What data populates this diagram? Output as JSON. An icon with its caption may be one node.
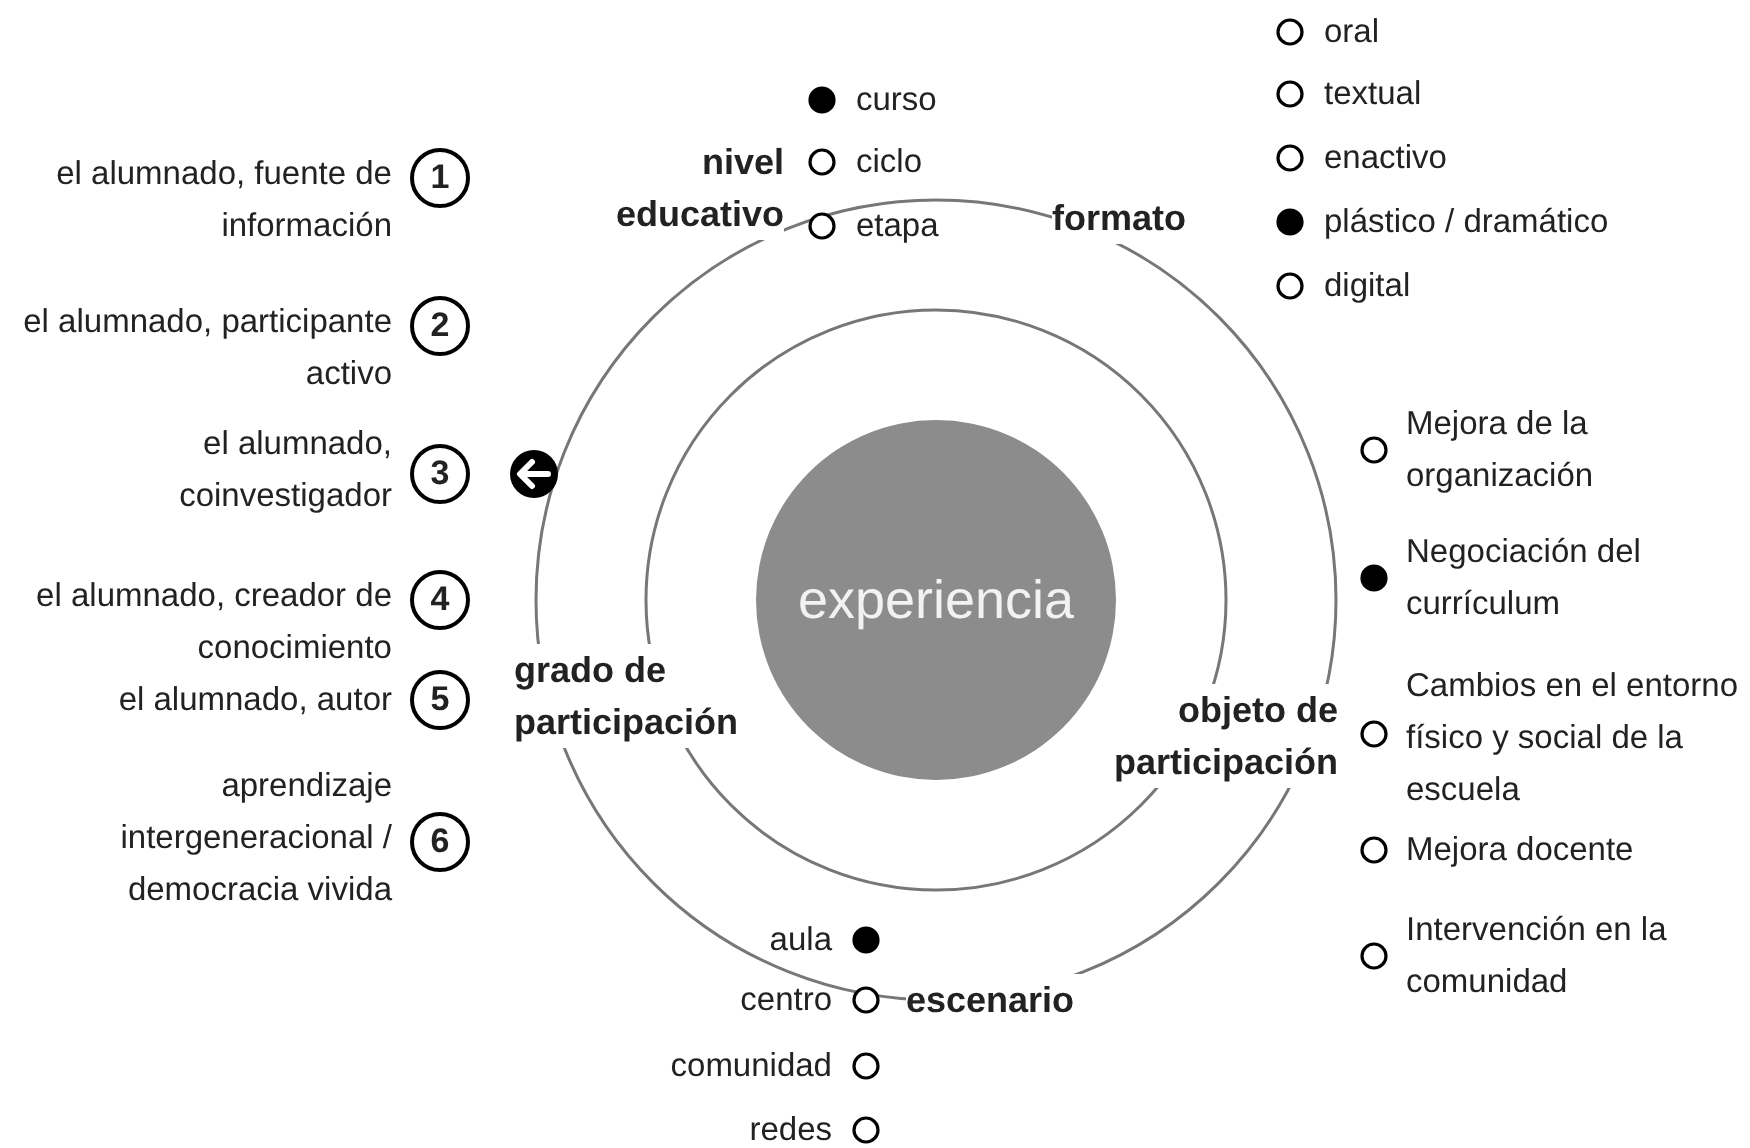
{
  "diagram": {
    "nodes": [
      {
        "text": [
          "experiencia"
        ]
      },
      {
        "text": [
          "1"
        ],
        "beside": [
          "el alumnado, fuente de información"
        ]
      },
      {
        "text": [
          "2"
        ],
        "beside": [
          "el alumnado, participante activo"
        ]
      },
      {
        "text": [
          "3"
        ],
        "beside": [
          "el alumnado, coinvestigador"
        ]
      },
      {
        "text": [
          "4"
        ],
        "beside": [
          "el alumnado, creador de conocimiento"
        ]
      },
      {
        "text": [
          "5"
        ],
        "beside": [
          "el alumnado, autor"
        ]
      },
      {
        "text": [
          "6"
        ],
        "beside": [
          "aprendizaje intergeneracional / democracia vivida"
        ]
      }
    ],
    "edges": [],
    "labels": [
      "nivel educativo",
      "curso",
      "ciclo",
      "etapa",
      "formato",
      "oral",
      "textual",
      "enactivo",
      "plástico / dramático",
      "digital",
      "objeto de participación",
      "Mejora de la organización",
      "Negociación del currículum",
      "Cambios en el entorno físico y social de la escuela",
      "Mejora docente",
      "Intervención en la comunidad",
      "escenario",
      "aula",
      "centro",
      "comunidad",
      "redes",
      "grado de participación"
    ]
  }
}
